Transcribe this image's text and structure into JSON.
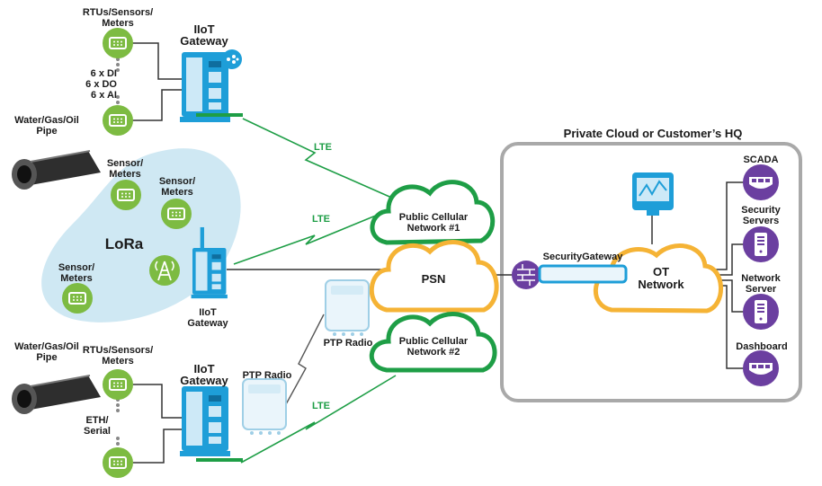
{
  "labels": {
    "rtu_top": "RTUs/Sensors/\nMeters",
    "iiot_gateway_top": "IIoT\nGateway",
    "io_list": "6 x DI\n6 x DO\n6 x AI",
    "pipe_top": "Water/Gas/Oil\nPipe",
    "sensor_a": "Sensor/\nMeters",
    "sensor_b": "Sensor/\nMeters",
    "sensor_c": "Sensor/\nMeters",
    "lora": "LoRa",
    "iiot_gateway_mid": "IIoT\nGateway",
    "lte_1": "LTE",
    "lte_2": "LTE",
    "lte_3": "LTE",
    "public_cellular_1": "Public Cellular\nNetwork #1",
    "psn": "PSN",
    "public_cellular_2": "Public Cellular\nNetwork #2",
    "ptp_radio_upper": "PTP Radio",
    "ptp_radio_lower": "PTP Radio",
    "pipe_bottom": "Water/Gas/Oil\nPipe",
    "rtu_bottom": "RTUs/Sensors/\nMeters",
    "iiot_gateway_bottom": "IIoT\nGateway",
    "eth_serial": "ETH/\nSerial",
    "private_cloud": "Private Cloud or Customer’s HQ",
    "security_gateway": "SecurityGateway",
    "ot_network": "OT\nNetwork",
    "scada": "SCADA",
    "security_servers": "Security\nServers",
    "network_server": "Network\nServer",
    "dashboard": "Dashboard"
  },
  "colors": {
    "green": "#7dbb42",
    "green_dark": "#1e9e46",
    "cloud_green": "#1e9e46",
    "cloud_orange": "#f5b335",
    "purple": "#6b3fa0",
    "blue": "#1e9ed8",
    "blue_light": "#cde9f7",
    "lora_bg": "#cfe8f3",
    "box_border": "#a9a9a9",
    "pipe": "#444444"
  },
  "icons": {
    "rtu": "rtu-icon",
    "gateway": "iiot-gateway-icon",
    "pipe": "pipe-icon",
    "tower": "radio-tower-icon",
    "ptp": "ptp-radio-icon",
    "firewall": "firewall-icon",
    "monitor": "monitor-icon",
    "scada": "scada-icon",
    "server": "server-icon",
    "dashboard": "dashboard-icon"
  }
}
